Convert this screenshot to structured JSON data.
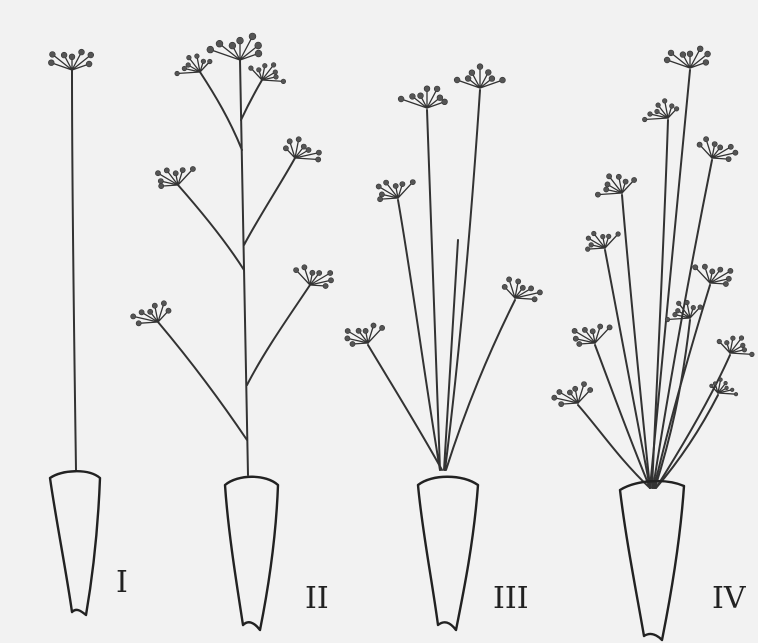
{
  "figure": {
    "plants": [
      {
        "id": "I",
        "label": "I"
      },
      {
        "id": "II",
        "label": "II"
      },
      {
        "id": "III",
        "label": "III"
      },
      {
        "id": "IV",
        "label": "IV"
      }
    ]
  }
}
